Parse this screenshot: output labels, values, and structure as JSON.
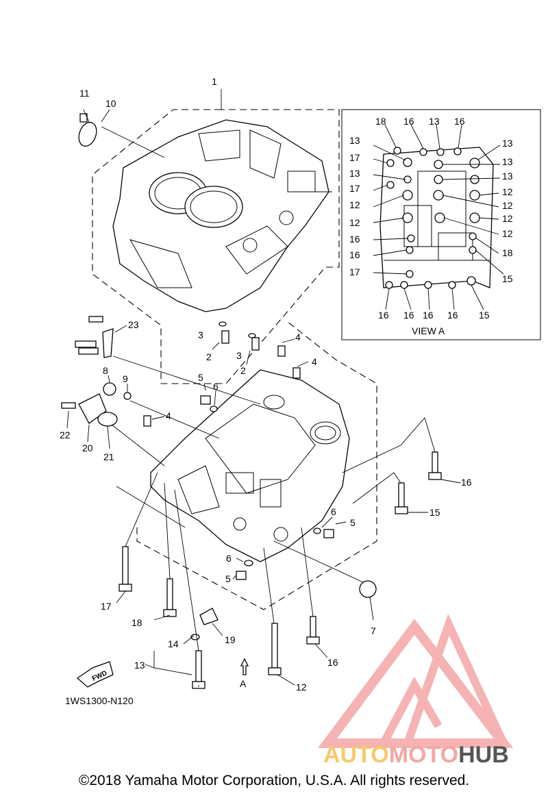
{
  "diagram_code": "1WS1300-N120",
  "view_label": "VIEW A",
  "arrow_a_label": "A",
  "fwd_label": "FWD",
  "copyright": "©2018 Yamaha Motor Corporation, U.S.A. All rights reserved.",
  "watermark": {
    "part1": "AUTO",
    "part2": "MOTO",
    "part3": "HUB",
    "color_primary": "#f4a6a6",
    "color_accent": "#f7c96b",
    "color_dark": "#555555"
  },
  "callouts": [
    "1",
    "2",
    "2",
    "3",
    "3",
    "4",
    "4",
    "4",
    "5",
    "5",
    "5",
    "6",
    "6",
    "6",
    "7",
    "8",
    "9",
    "10",
    "11",
    "12",
    "13",
    "14",
    "15",
    "16",
    "17",
    "18",
    "19",
    "20",
    "21",
    "22",
    "23"
  ],
  "view_a_callouts": [
    "18",
    "16",
    "13",
    "16",
    "13",
    "13",
    "17",
    "13",
    "13",
    "13",
    "12",
    "17",
    "12",
    "12",
    "12",
    "12",
    "12",
    "16",
    "18",
    "16",
    "15",
    "17",
    "16",
    "16",
    "16",
    "16",
    "15"
  ]
}
